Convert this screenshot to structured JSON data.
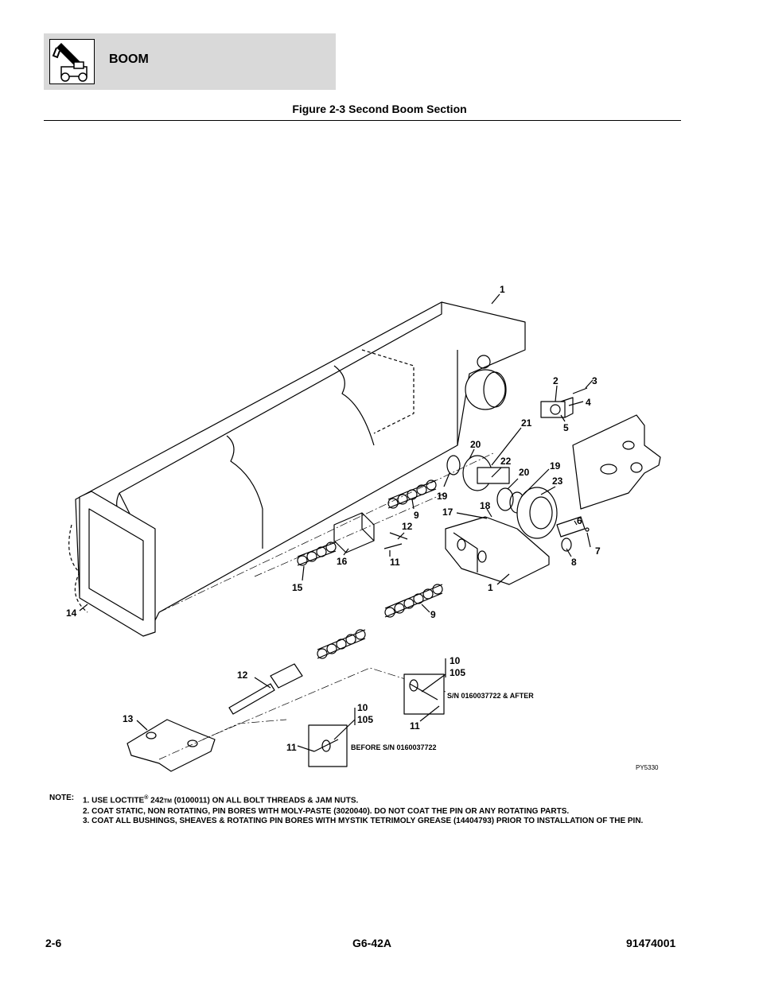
{
  "header": {
    "section": "BOOM",
    "figure_title": "Figure 2-3 Second Boom Section"
  },
  "callouts": {
    "c1_top": "1",
    "c2": "2",
    "c3": "3",
    "c4": "4",
    "c5": "5",
    "c21": "21",
    "c20a": "20",
    "c22": "22",
    "c20b": "20",
    "c19a": "19",
    "c23": "23",
    "c19b": "19",
    "c17": "17",
    "c18": "18",
    "c9a": "9",
    "c12a": "12",
    "c6": "6",
    "c7": "7",
    "c8": "8",
    "c16": "16",
    "c11a": "11",
    "c15": "15",
    "c1_mid": "1",
    "c14": "14",
    "c9b": "9",
    "c10a": "10",
    "c105a": "105",
    "c12b": "12",
    "c11b": "11",
    "c13": "13",
    "c10b": "10",
    "c105b": "105",
    "c11c": "11"
  },
  "serial_notes": {
    "after": "S/N 0160037722 & AFTER",
    "before": "BEFORE S/N 0160037722"
  },
  "drawing_number": "PY5330",
  "notes": {
    "label": "NOTE:",
    "n1_pre": "1. USE LOCTITE",
    "n1_reg": "®",
    "n1_num": " 242",
    "n1_tm": "TM",
    "n1_post": " (0100011) ON ALL BOLT THREADS & JAM NUTS.",
    "n2": "2. COAT STATIC, NON ROTATING, PIN BORES WITH MOLY-PASTE (3020040). DO NOT COAT THE PIN OR ANY ROTATING PARTS.",
    "n3": "3. COAT ALL BUSHINGS, SHEAVES & ROTATING PIN BORES WITH MYSTIK TETRIMOLY GREASE (14404793) PRIOR TO INSTALLATION OF THE PIN."
  },
  "footer": {
    "page": "2-6",
    "model": "G6-42A",
    "doc_number": "91474001"
  }
}
